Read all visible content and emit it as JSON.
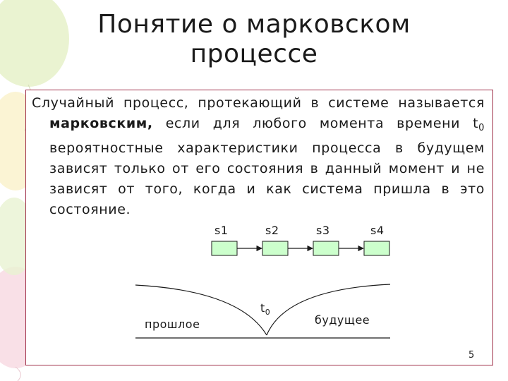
{
  "slide": {
    "title_line1": "Понятие о марковском",
    "title_line2": "процессе",
    "paragraph": {
      "part1": "Случайный процесс, протекающий в системе называется ",
      "bold": "марковским,",
      "part2": " если для любого момента времени t",
      "t_sub": "0",
      "part3": " вероятностные характеристики процесса в будущем зависят только от его состояния в данный момент и не зависят от того, когда и как система пришла в это состояние."
    },
    "page_number": "5"
  },
  "diagram": {
    "states": [
      "s1",
      "s2",
      "s3",
      "s4"
    ],
    "box_fill": "#ccffcc",
    "past_label": "прошлое",
    "future_label": "будущее",
    "t_label": "t",
    "t_sub": "0"
  },
  "colors": {
    "frame_border": "#a0304a",
    "text": "#1a1a1a",
    "balloon_green": "#e6f0c8",
    "balloon_pink": "#f7dde3",
    "balloon_yellow": "#fbf3c9"
  }
}
